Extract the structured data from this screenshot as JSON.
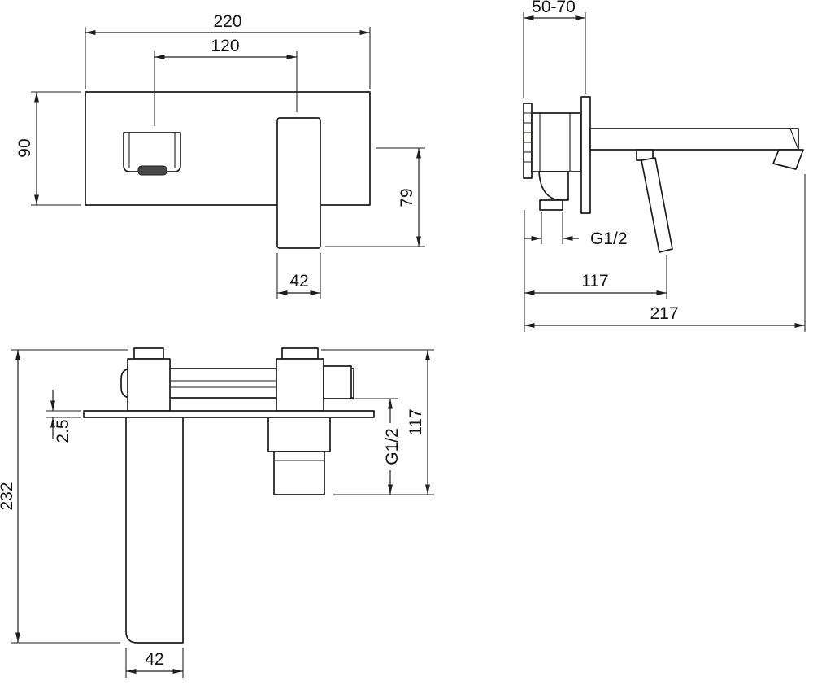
{
  "drawing": {
    "colors": {
      "line": "#1d1d1b",
      "background": "#ffffff"
    },
    "front_view": {
      "plate_width": "220",
      "spout_to_handle_spacing": "120",
      "plate_height": "90",
      "outlet_to_handle_drop": "79",
      "handle_width": "42"
    },
    "side_view": {
      "wall_depth_range": "50-70",
      "thread_label": "G1/2",
      "concealed_length": "117",
      "total_length": "217"
    },
    "section_view": {
      "flange_thickness": "2.5",
      "total_height": "232",
      "thread_label": "G1/2",
      "upper_section_height": "117",
      "spout_width": "42"
    }
  }
}
